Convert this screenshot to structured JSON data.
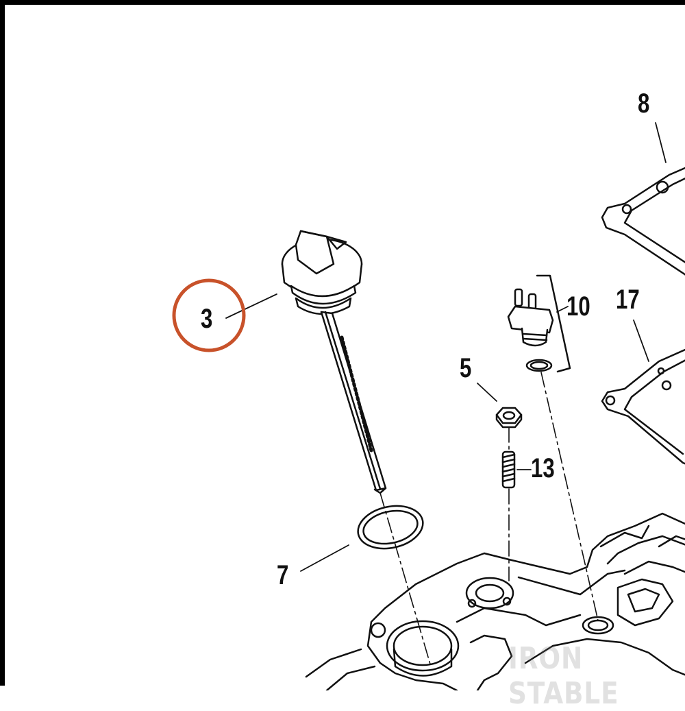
{
  "diagram": {
    "highlight_color": "#c8522a",
    "line_color": "#111111",
    "watermark": "IRON STABLE",
    "callouts": [
      {
        "id": "3",
        "label": "3",
        "highlighted": true
      },
      {
        "id": "5",
        "label": "5"
      },
      {
        "id": "7",
        "label": "7"
      },
      {
        "id": "8",
        "label": "8"
      },
      {
        "id": "10",
        "label": "10"
      },
      {
        "id": "13",
        "label": "13"
      },
      {
        "id": "17",
        "label": "17"
      }
    ]
  }
}
